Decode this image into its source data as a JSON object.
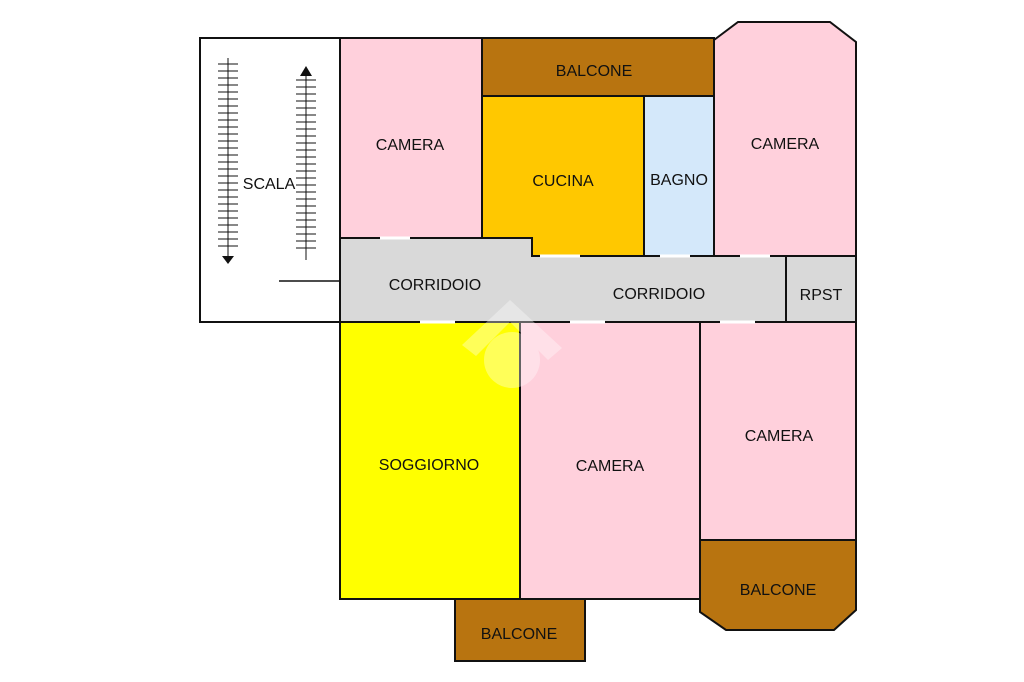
{
  "colors": {
    "camera": "#ffd0dc",
    "balcone": "#b87410",
    "cucina": "#ffc800",
    "bagno": "#d4e8fa",
    "corridoio": "#d9d9d9",
    "soggiorno": "#ffff00",
    "scala": "#ffffff",
    "watermark": "#ffffff"
  },
  "rooms": {
    "scala": "SCALA",
    "camera_top_left": "CAMERA",
    "balcone_top": "BALCONE",
    "cucina": "CUCINA",
    "bagno": "BAGNO",
    "camera_top_right": "CAMERA",
    "corridoio_left": "CORRIDOIO",
    "corridoio_right": "CORRIDOIO",
    "rpst": "RPST",
    "soggiorno": "SOGGIORNO",
    "camera_bottom_mid": "CAMERA",
    "camera_bottom_right": "CAMERA",
    "balcone_bottom_right": "BALCONE",
    "balcone_bottom": "BALCONE"
  }
}
